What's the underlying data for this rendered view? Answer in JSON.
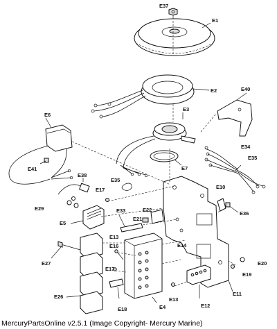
{
  "labels": {
    "E1": "E1",
    "E2": "E2",
    "E3": "E3",
    "E4": "E4",
    "E5": "E5",
    "E6": "E6",
    "E7": "E7",
    "E10": "E10",
    "E11": "E11",
    "E12": "E12",
    "E13a": "E13",
    "E13b": "E13",
    "E14": "E14",
    "E16": "E16",
    "E17a": "E17",
    "E17b": "E17",
    "E18": "E18",
    "E19": "E19",
    "E20": "E20",
    "E21": "E21",
    "E22": "E22",
    "E26": "E26",
    "E27": "E27",
    "E29": "E29",
    "E33": "E33",
    "E34": "E34",
    "E35a": "E35",
    "E35b": "E35",
    "E36": "E36",
    "E37": "E37",
    "E38": "E38",
    "E40": "E40",
    "E41": "E41"
  },
  "footer": "MercuryPartsOnline v2.5.1 (Image Copyright- Mercury Marine)"
}
